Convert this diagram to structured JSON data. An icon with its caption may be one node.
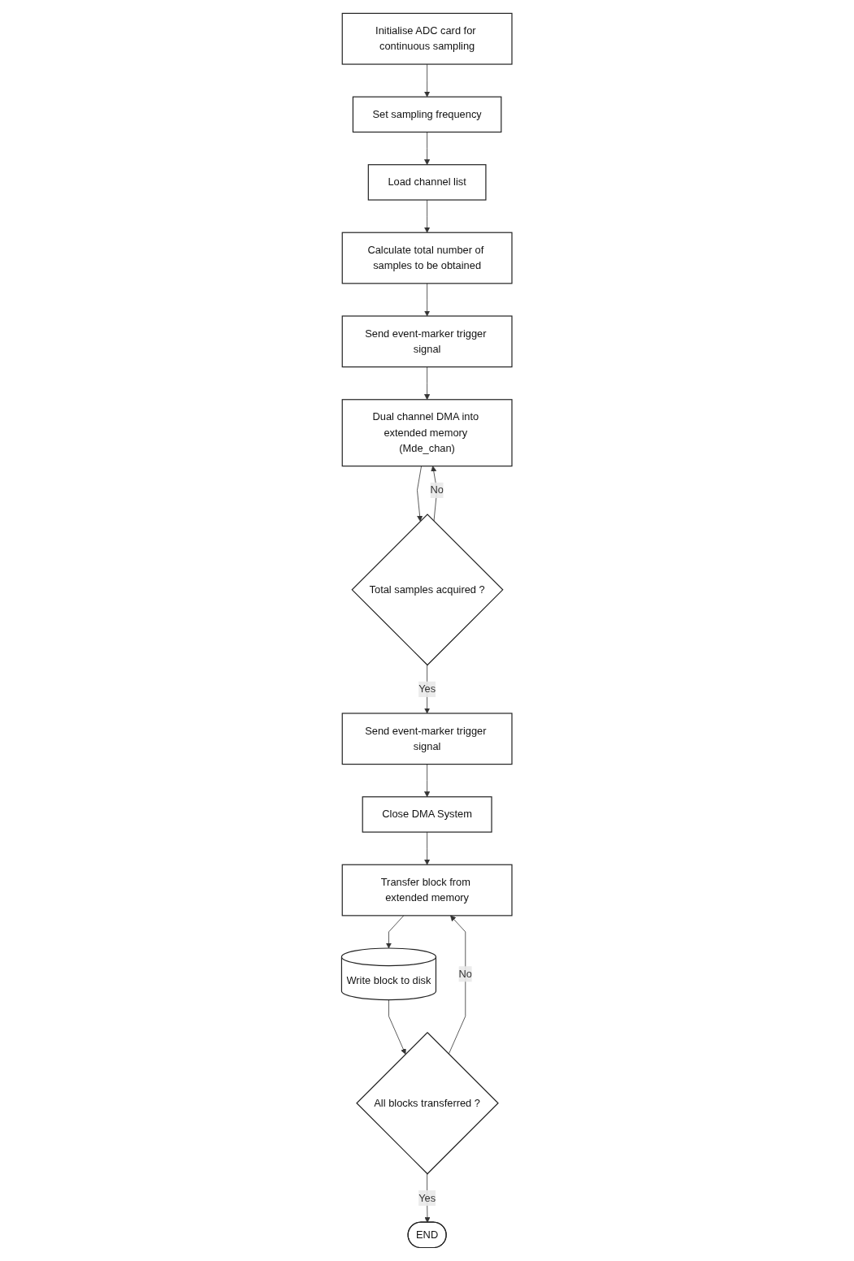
{
  "diagram": {
    "nodes": [
      {
        "text": [
          "Initialise ADC card for continuous sampling"
        ]
      },
      {
        "text": [
          "Set sampling frequency"
        ]
      },
      {
        "text": [
          "Load channel list"
        ]
      },
      {
        "text": [
          "Calculate total number of samples to be obtained"
        ]
      },
      {
        "text": [
          "Send event-marker trigger signal"
        ]
      },
      {
        "text": [
          "Dual channel DMA into extended memory (Mde_chan)"
        ]
      },
      {
        "text": [
          "Total samples acquired ?"
        ]
      },
      {
        "text": [
          "Send event-marker trigger signal"
        ]
      },
      {
        "text": [
          "Close DMA System"
        ]
      },
      {
        "text": [
          "Transfer block from extended memory"
        ]
      },
      {
        "text": [
          "Write block to disk"
        ]
      },
      {
        "text": [
          "All blocks transferred ?"
        ]
      },
      {
        "text": [
          "END"
        ]
      }
    ],
    "edges": [
      {
        "from": 0,
        "to": 1,
        "arrow": "to"
      },
      {
        "from": 1,
        "to": 2,
        "arrow": "to"
      },
      {
        "from": 2,
        "to": 3,
        "arrow": "to"
      },
      {
        "from": 3,
        "to": 4,
        "arrow": "to"
      },
      {
        "from": 4,
        "to": 5,
        "arrow": "to"
      },
      {
        "from": 5,
        "to": 6,
        "arrow": "to"
      },
      {
        "from": 6,
        "to": 5,
        "label": "No",
        "arrow": "to"
      },
      {
        "from": 6,
        "to": 7,
        "label": "Yes",
        "arrow": "to"
      },
      {
        "from": 7,
        "to": 8,
        "arrow": "to"
      },
      {
        "from": 8,
        "to": 9,
        "arrow": "to"
      },
      {
        "from": 9,
        "to": 10,
        "arrow": "to"
      },
      {
        "from": 10,
        "to": 11,
        "arrow": "to"
      },
      {
        "from": 11,
        "to": 9,
        "label": "No",
        "arrow": "to"
      },
      {
        "from": 11,
        "to": 12,
        "label": "Yes",
        "arrow": "to"
      }
    ]
  }
}
